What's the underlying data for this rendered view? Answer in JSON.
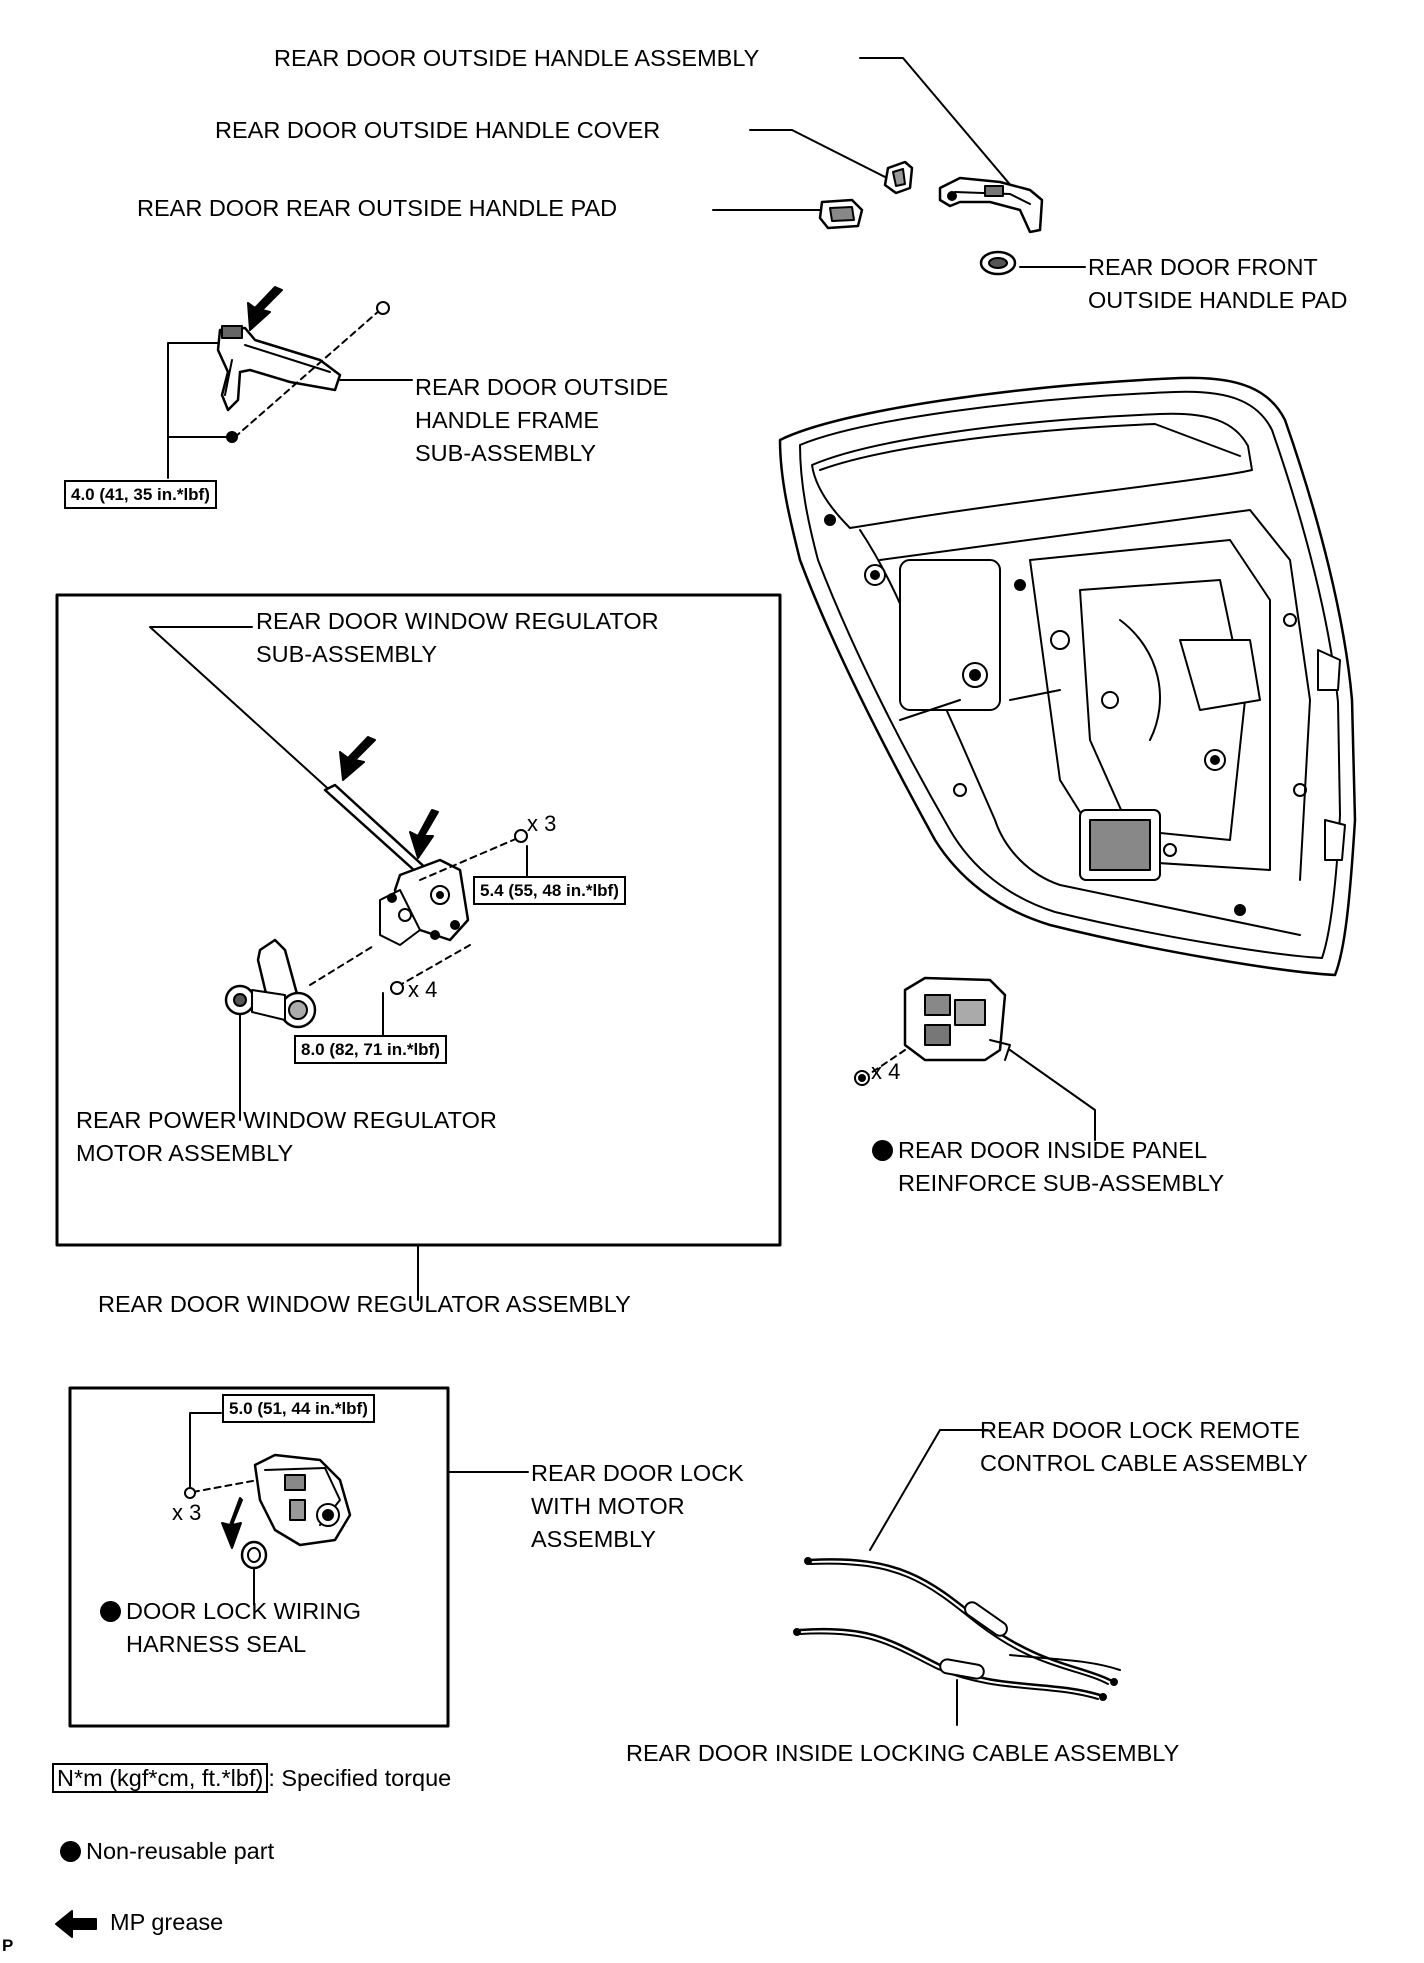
{
  "labels": {
    "outside_handle_assembly": "REAR DOOR OUTSIDE HANDLE ASSEMBLY",
    "outside_handle_cover": "REAR DOOR OUTSIDE HANDLE COVER",
    "rear_outside_handle_pad": "REAR DOOR REAR OUTSIDE HANDLE PAD",
    "front_outside_handle_pad": [
      "REAR DOOR FRONT",
      "OUTSIDE HANDLE PAD"
    ],
    "outside_handle_frame": [
      "REAR DOOR OUTSIDE",
      "HANDLE FRAME",
      "SUB-ASSEMBLY"
    ],
    "window_regulator_sub": [
      "REAR DOOR WINDOW REGULATOR",
      "SUB-ASSEMBLY"
    ],
    "power_window_motor": [
      "REAR POWER WINDOW REGULATOR",
      "MOTOR ASSEMBLY"
    ],
    "inside_panel_reinforce": [
      "REAR DOOR INSIDE PANEL",
      "REINFORCE SUB-ASSEMBLY"
    ],
    "window_regulator_assembly": "REAR DOOR WINDOW REGULATOR ASSEMBLY",
    "door_lock_motor": [
      "REAR DOOR LOCK",
      "WITH MOTOR",
      "ASSEMBLY"
    ],
    "wiring_harness_seal": [
      "DOOR LOCK WIRING",
      "HARNESS SEAL"
    ],
    "remote_control_cable": [
      "REAR DOOR LOCK REMOTE",
      "CONTROL CABLE ASSEMBLY"
    ],
    "inside_locking_cable": "REAR DOOR INSIDE LOCKING CABLE ASSEMBLY"
  },
  "torques": {
    "frame": "4.0 (41, 35 in.*lbf)",
    "regulator": "5.4 (55, 48 in.*lbf)",
    "motor": "8.0 (82, 71 in.*lbf)",
    "lock": "5.0 (51, 44 in.*lbf)"
  },
  "quantities": {
    "regulator_bolts": "x 3",
    "motor_bolts": "x 4",
    "reinforce_bolts": "x 4",
    "lock_screws": "x 3"
  },
  "legend": {
    "torque_unit": "N*m (kgf*cm, ft.*lbf)",
    "torque_text": ": Specified torque",
    "non_reusable": "Non-reusable part",
    "mp_grease": "MP grease"
  },
  "footer": {
    "code": "P"
  },
  "icons": [
    "non-reusable-dot-icon",
    "mp-grease-arrow-icon"
  ]
}
